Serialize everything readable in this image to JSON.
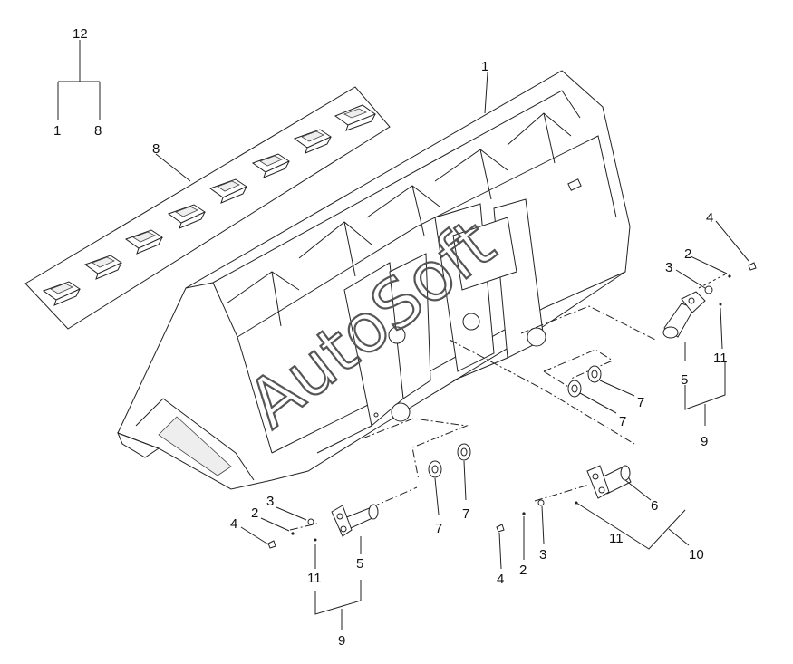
{
  "watermark": "AutoSoft",
  "labels": {
    "l12": "12",
    "l1a": "1",
    "l8a": "8",
    "l8b": "8",
    "l1b": "1",
    "r4": "4",
    "r2": "2",
    "r3": "3",
    "r11": "11",
    "r5": "5",
    "r9": "9",
    "w7a": "7",
    "w7b": "7",
    "w7c": "7",
    "w7d": "7",
    "L3": "3",
    "L2": "2",
    "L4": "4",
    "L11": "11",
    "L5": "5",
    "L9": "9",
    "b4": "4",
    "b2": "2",
    "b3": "3",
    "b6": "6",
    "b11": "11",
    "b10": "10"
  }
}
